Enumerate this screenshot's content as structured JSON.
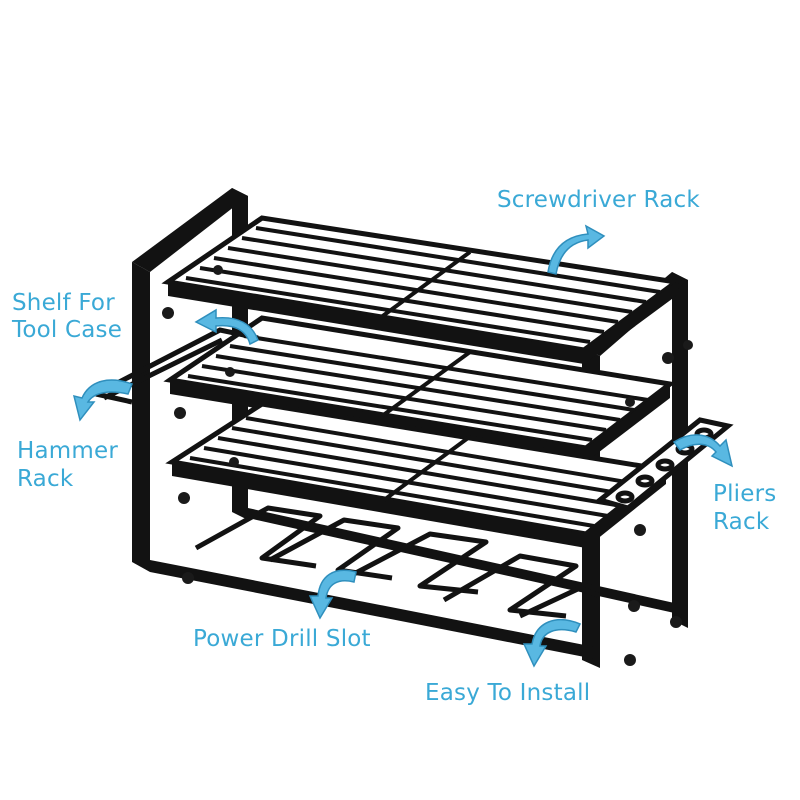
{
  "colors": {
    "background": "#ffffff",
    "label_text": "#3aa9d6",
    "arrow_fill": "#59b8e2",
    "rack_metal": "#121212"
  },
  "labels": {
    "screwdriver_rack": "Screwdriver Rack",
    "shelf_for_tool_case_line1": "Shelf For",
    "shelf_for_tool_case_line2": "Tool Case",
    "hammer_rack_line1": "Hammer",
    "hammer_rack_line2": "Rack",
    "pliers_rack_line1": "Pliers",
    "pliers_rack_line2": "Rack",
    "power_drill_slot": "Power Drill Slot",
    "easy_to_install": "Easy To Install"
  },
  "product": {
    "subject": "black metal tool storage rack",
    "tiers": 3,
    "drill_slots": 4
  }
}
